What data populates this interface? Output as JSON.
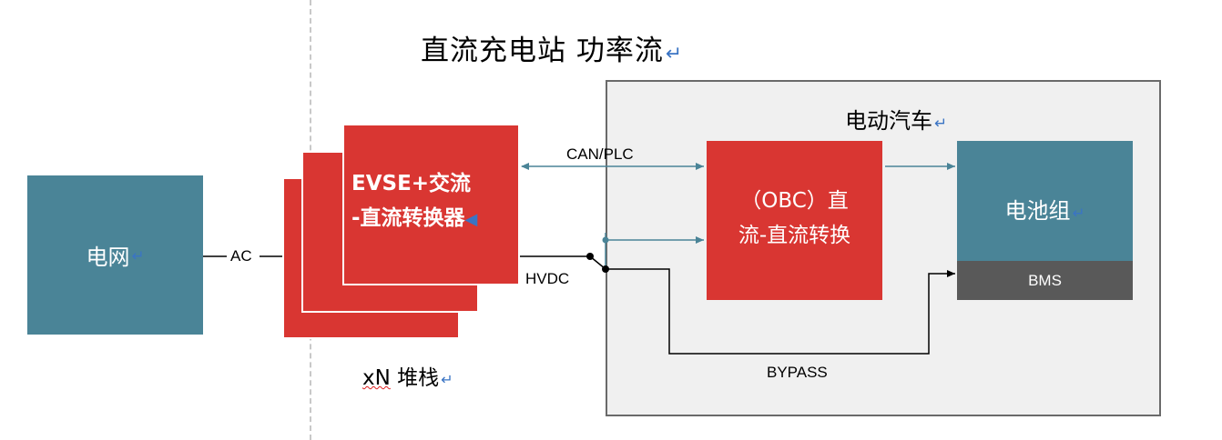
{
  "title": "直流充电站  功率流",
  "return_mark": "↵",
  "grid": {
    "label": "电网"
  },
  "ac_label": "AC",
  "evse": {
    "line1": "EVSE+交流",
    "line2": "-直流转换器"
  },
  "stack_label": {
    "prefix": "xN",
    "suffix": " 堆栈"
  },
  "ev": {
    "label": "电动汽车"
  },
  "can_label": "CAN/PLC",
  "hvdc_label": "HVDC",
  "obc": {
    "line1": "（OBC）直",
    "line2": "流-直流转换"
  },
  "battery": {
    "label": "电池组",
    "bms": "BMS"
  },
  "bypass_label": "BYPASS",
  "colors": {
    "teal": "#4a8497",
    "red": "#d93632",
    "bms": "#595959",
    "arrow": "#4a8497",
    "ev_bg": "#f0f0f0"
  }
}
